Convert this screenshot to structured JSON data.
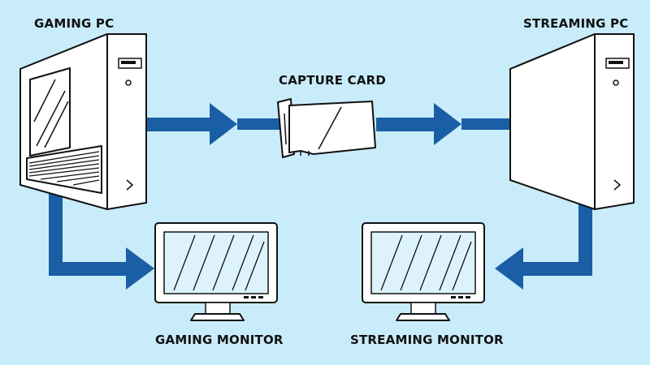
{
  "labels": {
    "gaming_pc": "GAMING PC",
    "streaming_pc": "STREAMING PC",
    "capture_card": "CAPTURE CARD",
    "gaming_monitor": "GAMING MONITOR",
    "streaming_monitor": "STREAMING MONITOR"
  },
  "colors": {
    "background": "#c9ecfa",
    "arrow": "#1a5ea6",
    "outline": "#111111",
    "device_fill": "#ffffff",
    "screen_fill": "#ddf3fc"
  },
  "icons": [
    "gaming-pc-tower",
    "streaming-pc-tower",
    "capture-card",
    "gaming-monitor",
    "streaming-monitor",
    "flow-arrow"
  ]
}
